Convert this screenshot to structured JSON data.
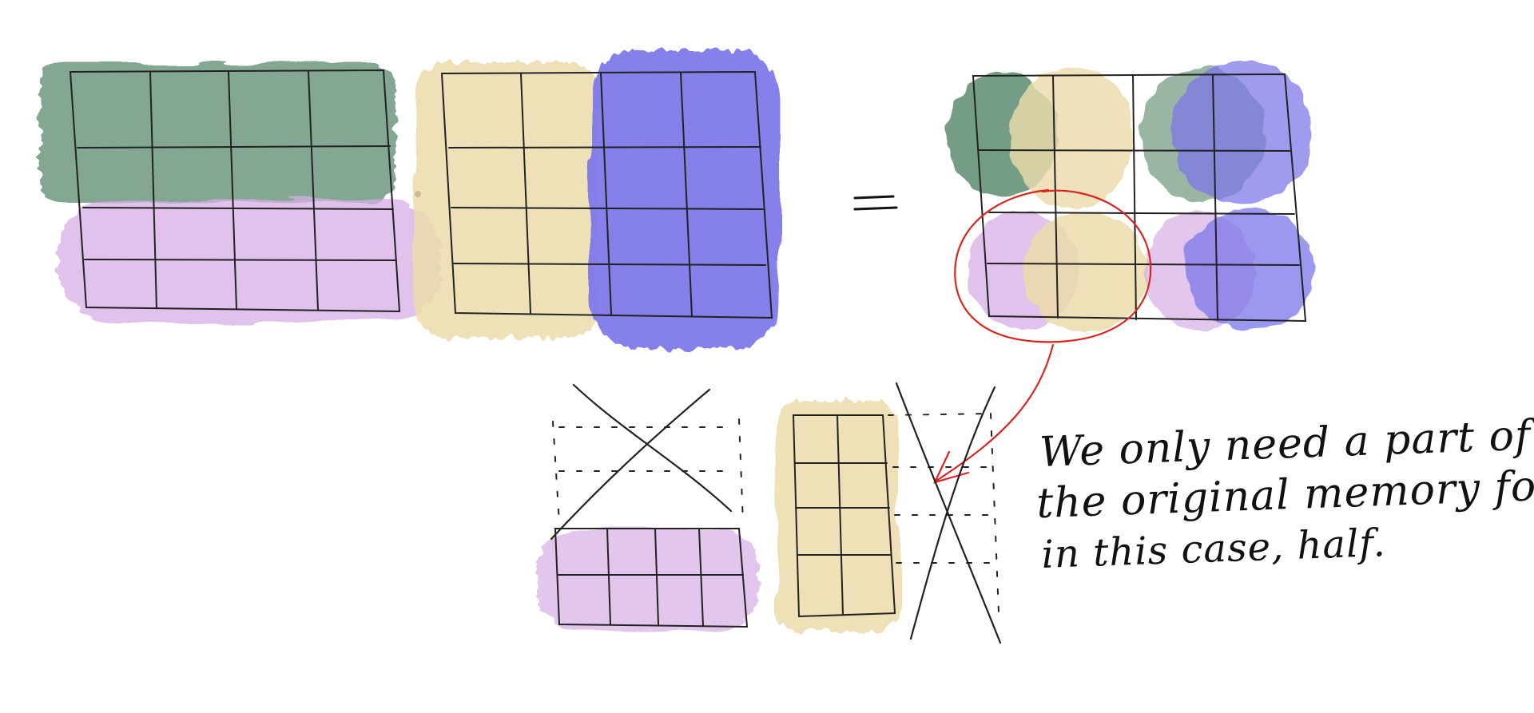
{
  "diagram": {
    "operator_dot": "·",
    "operator_equals": "=",
    "note_lines": [
      "We only need a part of",
      "the original memory footprint,",
      "in this case, half."
    ],
    "colors": {
      "green": "#6e9880",
      "violet": "#d8aee6",
      "sand": "#ecdcac",
      "blue": "#7c76ea",
      "ink": "#1a1a1a",
      "highlight": "#d8261e"
    }
  }
}
